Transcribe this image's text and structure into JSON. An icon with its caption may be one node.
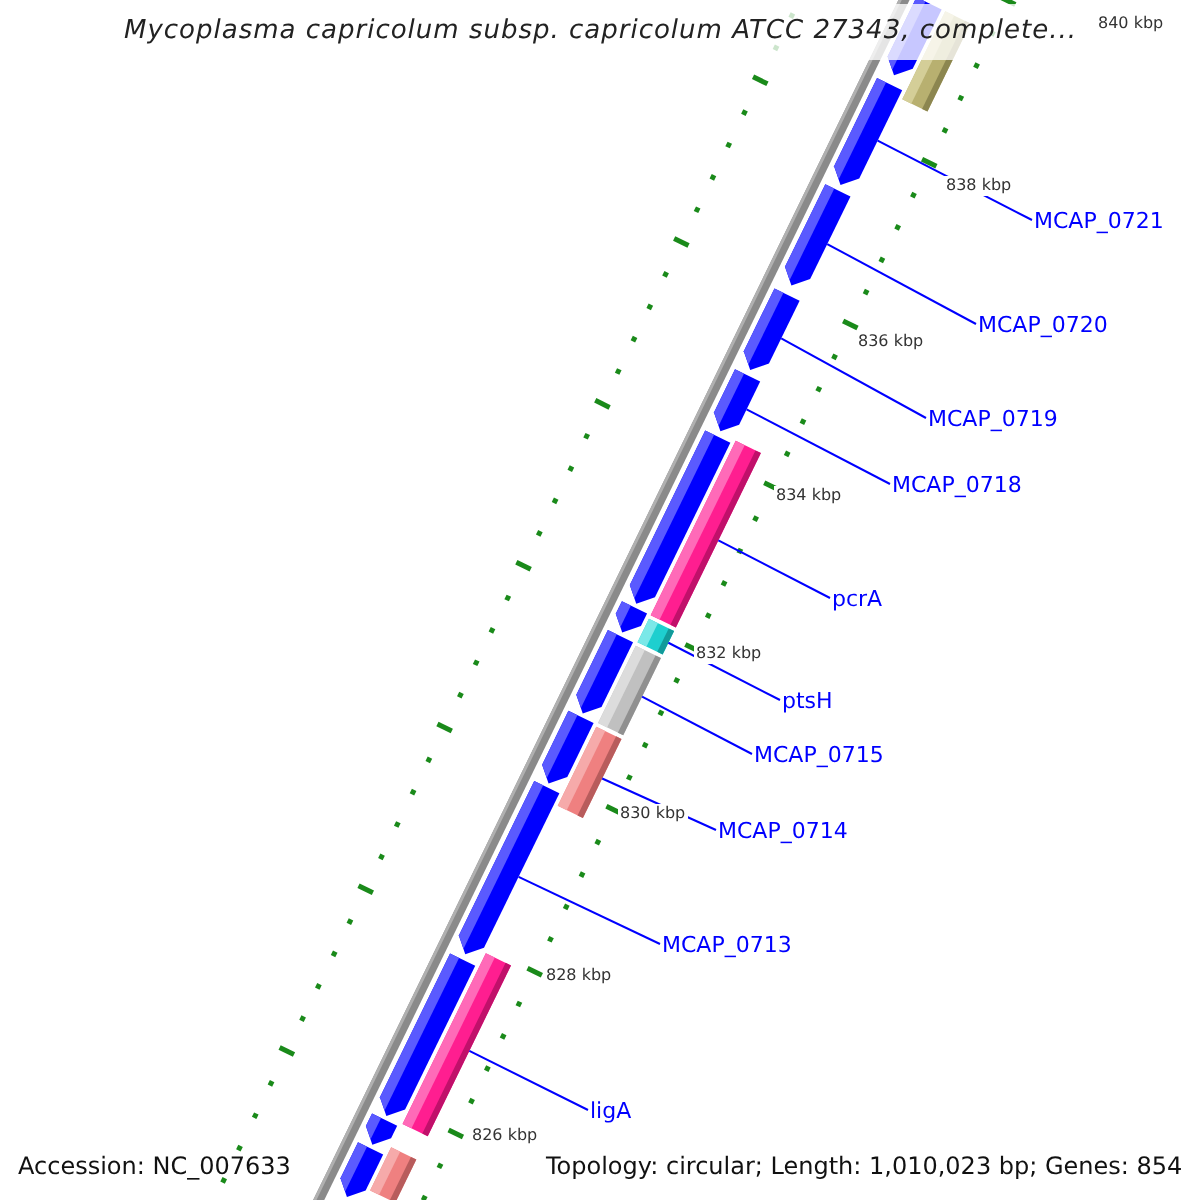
{
  "diagram": {
    "title": "Mycoplasma capricolum subsp. capricolum ATCC 27343, complete...",
    "nodes": [
      {
        "text": [
          "MCAP_0721"
        ]
      },
      {
        "text": [
          "MCAP_0720"
        ]
      },
      {
        "text": [
          "MCAP_0719"
        ]
      },
      {
        "text": [
          "MCAP_0718"
        ]
      },
      {
        "text": [
          "pcrA"
        ]
      },
      {
        "text": [
          "ptsH"
        ]
      },
      {
        "text": [
          "MCAP_0715"
        ]
      },
      {
        "text": [
          "MCAP_0714"
        ]
      },
      {
        "text": [
          "MCAP_0713"
        ]
      },
      {
        "text": [
          "ligA"
        ]
      },
      {
        "text": [],
        "shape": "bar"
      },
      {
        "text": [],
        "shape": "bar"
      },
      {
        "text": [],
        "shape": "bar"
      },
      {
        "text": [],
        "shape": "bar"
      },
      {
        "text": [],
        "shape": "bar"
      },
      {
        "text": [],
        "shape": "bar"
      },
      {
        "text": [],
        "shape": "bar"
      },
      {
        "text": [],
        "shape": "bar"
      },
      {
        "text": [],
        "shape": "bar"
      },
      {
        "text": [],
        "shape": "bar"
      },
      {
        "text": [],
        "shape": "bar"
      },
      {
        "text": [],
        "shape": "bar"
      },
      {
        "text": [],
        "shape": "bar"
      },
      {
        "text": [],
        "shape": "bar"
      },
      {
        "text": [],
        "shape": "bar"
      },
      {
        "text": [],
        "shape": "bar"
      },
      {
        "text": [],
        "shape": "bar"
      },
      {
        "text": [],
        "shape": "bar"
      },
      {
        "text": [],
        "shape": "bar"
      },
      {
        "text": [],
        "shape": "bar"
      }
    ],
    "edges": [
      {
        "from": 0,
        "to": 12,
        "arrow": "none"
      },
      {
        "from": 1,
        "to": 13,
        "arrow": "none"
      },
      {
        "from": 2,
        "to": 14,
        "arrow": "none"
      },
      {
        "from": 3,
        "to": 15,
        "arrow": "none"
      },
      {
        "from": 4,
        "to": 16,
        "arrow": "none"
      },
      {
        "from": 5,
        "to": 18,
        "arrow": "none"
      },
      {
        "from": 6,
        "to": 20,
        "arrow": "none"
      },
      {
        "from": 7,
        "to": 22,
        "arrow": "none"
      },
      {
        "from": 8,
        "to": 24,
        "arrow": "none"
      },
      {
        "from": 9,
        "to": 25,
        "arrow": "none"
      }
    ],
    "labels": [
      "840 kbp",
      "838 kbp",
      "836 kbp",
      "834 kbp",
      "832 kbp",
      "830 kbp",
      "828 kbp",
      "826 kbp",
      "Accession: NC_007633",
      "Topology: circular; Length: 1,010,023 bp; Genes: 854"
    ]
  }
}
